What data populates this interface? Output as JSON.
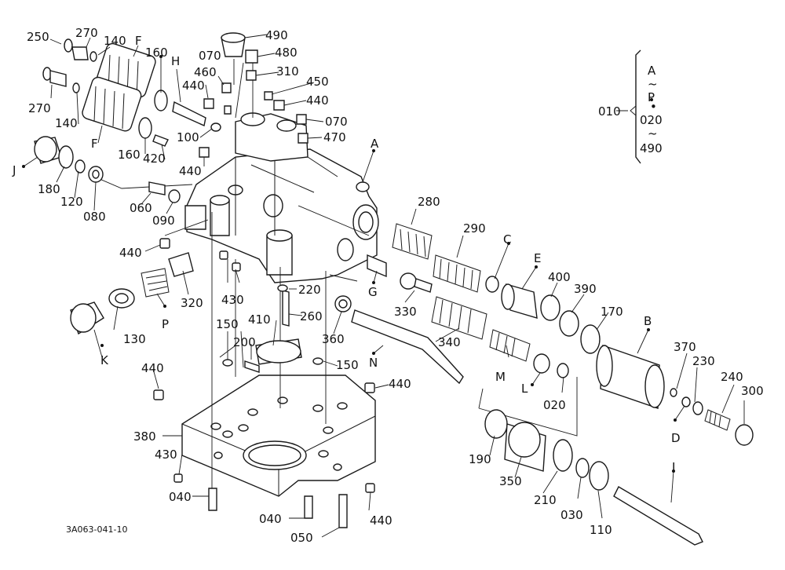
{
  "diagram": {
    "drawing_code": "3A063-041-10",
    "legend": {
      "code": "010",
      "items": [
        "A",
        "~",
        "P",
        "•",
        "020",
        "~",
        "490"
      ]
    },
    "labels": [
      {
        "id": "l250a",
        "text": "250"
      },
      {
        "id": "l270a",
        "text": "270"
      },
      {
        "id": "l140a",
        "text": "140"
      },
      {
        "id": "lFa",
        "text": "F"
      },
      {
        "id": "l160a",
        "text": "160"
      },
      {
        "id": "lH",
        "text": "H"
      },
      {
        "id": "l490",
        "text": "490"
      },
      {
        "id": "l070a",
        "text": "070"
      },
      {
        "id": "l480",
        "text": "480"
      },
      {
        "id": "l460",
        "text": "460"
      },
      {
        "id": "l310",
        "text": "310"
      },
      {
        "id": "l440a",
        "text": "440"
      },
      {
        "id": "l450",
        "text": "450"
      },
      {
        "id": "l440b",
        "text": "440"
      },
      {
        "id": "l270b",
        "text": "270"
      },
      {
        "id": "l140b",
        "text": "140"
      },
      {
        "id": "lFb",
        "text": "F"
      },
      {
        "id": "l070b",
        "text": "070"
      },
      {
        "id": "l100",
        "text": "100"
      },
      {
        "id": "l470",
        "text": "470"
      },
      {
        "id": "l160b",
        "text": "160"
      },
      {
        "id": "l420",
        "text": "420"
      },
      {
        "id": "lA",
        "text": "A"
      },
      {
        "id": "lJ",
        "text": "J"
      },
      {
        "id": "l180",
        "text": "180"
      },
      {
        "id": "l440c",
        "text": "440"
      },
      {
        "id": "l120",
        "text": "120"
      },
      {
        "id": "l080",
        "text": "080"
      },
      {
        "id": "l060",
        "text": "060"
      },
      {
        "id": "l090",
        "text": "090"
      },
      {
        "id": "l280",
        "text": "280"
      },
      {
        "id": "l290",
        "text": "290"
      },
      {
        "id": "l440d",
        "text": "440"
      },
      {
        "id": "lC",
        "text": "C"
      },
      {
        "id": "lE",
        "text": "E"
      },
      {
        "id": "lG",
        "text": "G"
      },
      {
        "id": "l320",
        "text": "320"
      },
      {
        "id": "l430a",
        "text": "430"
      },
      {
        "id": "l220",
        "text": "220"
      },
      {
        "id": "l400",
        "text": "400"
      },
      {
        "id": "l390",
        "text": "390"
      },
      {
        "id": "l330",
        "text": "330"
      },
      {
        "id": "lP",
        "text": "P"
      },
      {
        "id": "l130",
        "text": "130"
      },
      {
        "id": "l410",
        "text": "410"
      },
      {
        "id": "l260",
        "text": "260"
      },
      {
        "id": "l360",
        "text": "360"
      },
      {
        "id": "l170",
        "text": "170"
      },
      {
        "id": "lB",
        "text": "B"
      },
      {
        "id": "l150a",
        "text": "150"
      },
      {
        "id": "l200",
        "text": "200"
      },
      {
        "id": "l340",
        "text": "340"
      },
      {
        "id": "l370",
        "text": "370"
      },
      {
        "id": "lK",
        "text": "K"
      },
      {
        "id": "l150b",
        "text": "150"
      },
      {
        "id": "lN",
        "text": "N"
      },
      {
        "id": "l230",
        "text": "230"
      },
      {
        "id": "l440e",
        "text": "440"
      },
      {
        "id": "l440f",
        "text": "440"
      },
      {
        "id": "lM",
        "text": "M"
      },
      {
        "id": "lL",
        "text": "L"
      },
      {
        "id": "l240",
        "text": "240"
      },
      {
        "id": "l020",
        "text": "020"
      },
      {
        "id": "l300",
        "text": "300"
      },
      {
        "id": "lD",
        "text": "D"
      },
      {
        "id": "l380",
        "text": "380"
      },
      {
        "id": "l190",
        "text": "190"
      },
      {
        "id": "l430b",
        "text": "430"
      },
      {
        "id": "l350",
        "text": "350"
      },
      {
        "id": "lI",
        "text": "I"
      },
      {
        "id": "l210",
        "text": "210"
      },
      {
        "id": "l040a",
        "text": "040"
      },
      {
        "id": "l030",
        "text": "030"
      },
      {
        "id": "l040b",
        "text": "040"
      },
      {
        "id": "l440g",
        "text": "440"
      },
      {
        "id": "l110",
        "text": "110"
      },
      {
        "id": "l050",
        "text": "050"
      }
    ]
  }
}
